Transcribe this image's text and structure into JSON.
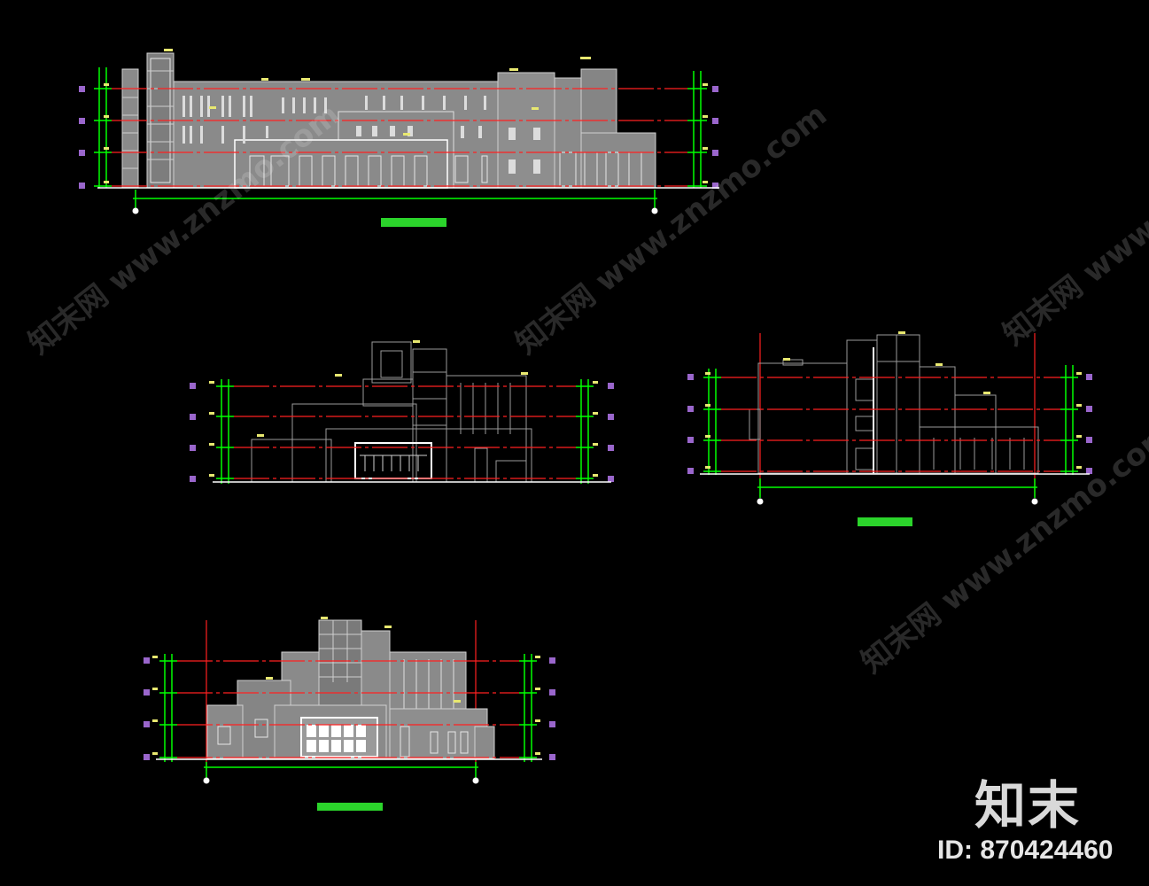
{
  "watermark": {
    "brand": "知末",
    "id_text": "ID: 870424460",
    "diagonal_text": "知末网 www.znzmo.com"
  },
  "colors": {
    "background": "#000000",
    "building": "#8a8a8a",
    "outline": "#d0d0d0",
    "dim_green": "#00ff00",
    "level_red": "#ff2020",
    "tag_yellow": "#e8e870",
    "marker_purple": "#9a66cc",
    "title_green": "#2bd42b"
  },
  "drawings": [
    {
      "id": "elevation-1",
      "levels": 4
    },
    {
      "id": "elevation-2",
      "levels": 4
    },
    {
      "id": "elevation-3",
      "levels": 4
    },
    {
      "id": "elevation-4",
      "levels": 4
    }
  ]
}
